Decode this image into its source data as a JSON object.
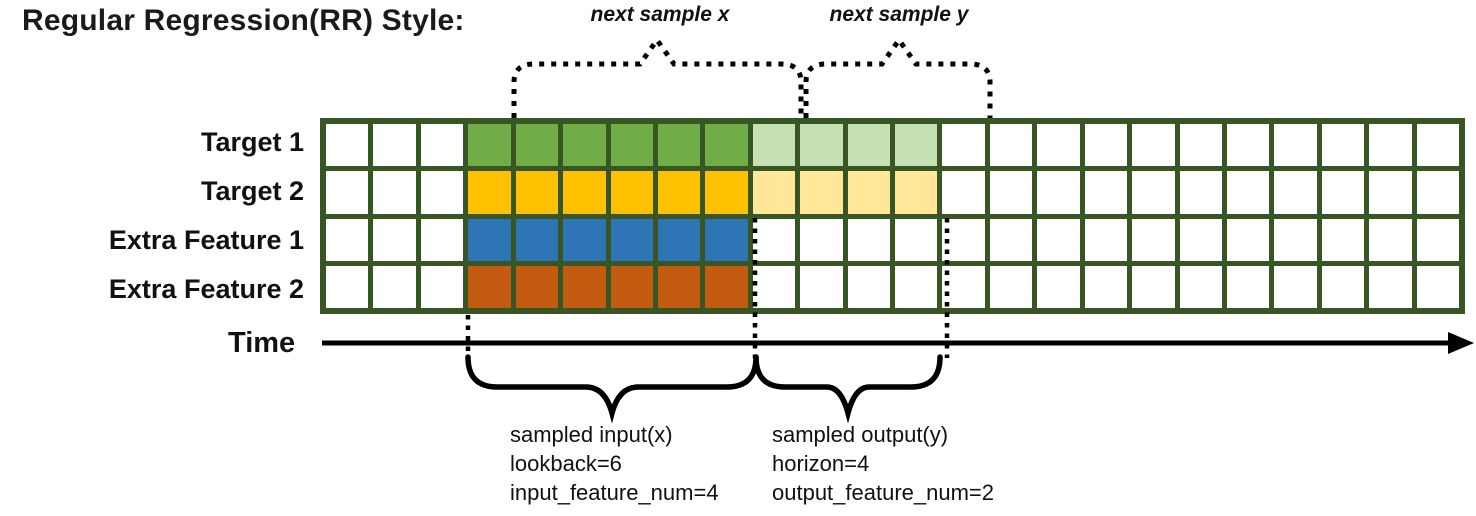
{
  "title": "Regular Regression(RR) Style:",
  "top_braces": {
    "next_sample_x_label": "next sample x",
    "next_sample_y_label": "next sample y"
  },
  "grid": {
    "columns": 24,
    "input_start_col": 3,
    "lookback_cols": 6,
    "horizon_cols": 4,
    "border_color": "#375623",
    "empty_cell_color": "#ffffff",
    "rows": [
      {
        "label": "Target 1",
        "input_color": "#70AD47",
        "output_color": "#C5E0B4"
      },
      {
        "label": "Target 2",
        "input_color": "#FFC000",
        "output_color": "#FFE699"
      },
      {
        "label": "Extra Feature 1",
        "input_color": "#2E75B6",
        "output_color": ""
      },
      {
        "label": "Extra Feature 2",
        "input_color": "#C55A11",
        "output_color": ""
      }
    ]
  },
  "time_axis": {
    "label": "Time"
  },
  "bottom_annotations": {
    "input": {
      "lines": [
        "sampled input(x)",
        "lookback=6",
        "input_feature_num=4"
      ]
    },
    "output": {
      "lines": [
        "sampled output(y)",
        "horizon=4",
        "output_feature_num=2"
      ]
    }
  }
}
